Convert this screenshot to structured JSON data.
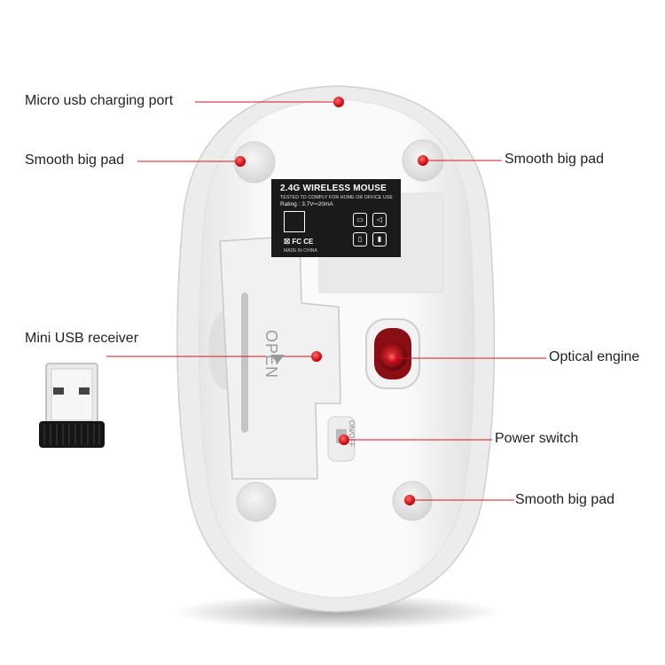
{
  "callouts": {
    "micro_usb_port": "Micro usb charging port",
    "smooth_pad_top_left": "Smooth big pad",
    "smooth_pad_top_right": "Smooth big pad",
    "mini_usb_receiver": "Mini USB receiver",
    "optical_engine": "Optical engine",
    "power_switch": "Power switch",
    "smooth_pad_bottom": "Smooth big pad"
  },
  "sticker": {
    "title": "2.4G WIRELESS MOUSE",
    "subtitle": "TESTED TO COMPLY FOR HOME OR OFFICE USE",
    "rating": "Rating : 3.7V⎓20mA",
    "marks": "☒ FC CE",
    "made_in": "MADE IN CHINA"
  },
  "battery_cover": {
    "open_label": "OPEN"
  },
  "switch": {
    "label": "ON/OFF"
  },
  "colors": {
    "accent_red": "#d8131b",
    "mouse_body": "#f4f4f4",
    "receiver_black": "#111111"
  }
}
